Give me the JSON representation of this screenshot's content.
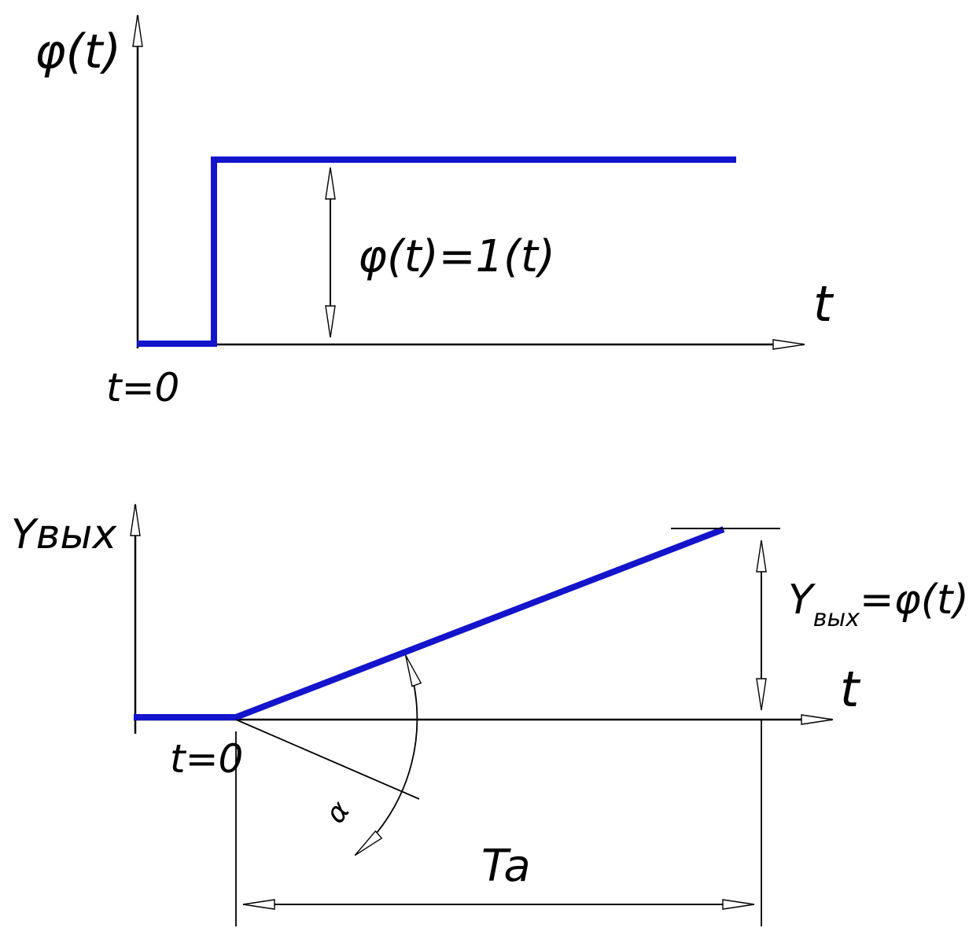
{
  "figure": {
    "background": "#ffffff",
    "signal_color": "#1414cc",
    "line_color": "#000000"
  },
  "top_chart": {
    "y_axis_label": "φ(t)",
    "x_axis_label": "t",
    "step_label": "φ(t)=1(t)",
    "origin_label": "t=0"
  },
  "bottom_chart": {
    "y_axis_label": "Yвых",
    "x_axis_label": "t",
    "origin_label": "t=0",
    "output_y": "Y",
    "output_sub": "вых",
    "output_eq": "=φ(t)",
    "angle_label": "α",
    "interval_label": "Ta"
  }
}
